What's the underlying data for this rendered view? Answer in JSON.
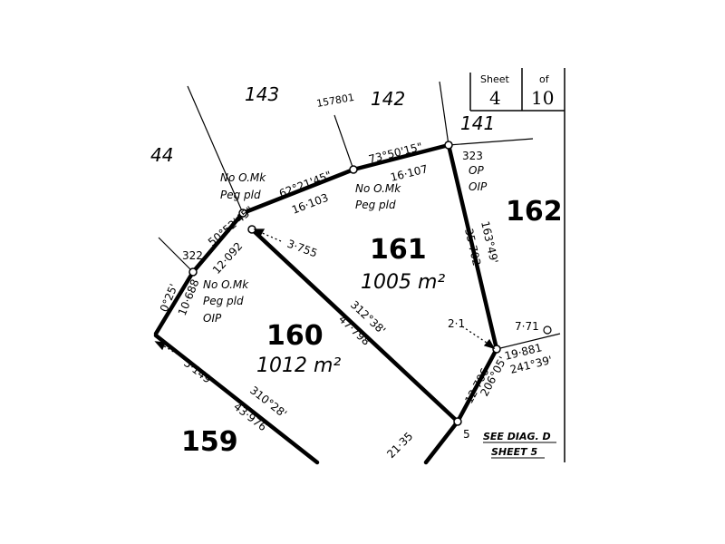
{
  "sheet": {
    "label": "Sheet",
    "number": "4",
    "of_label": "of",
    "total": "10"
  },
  "lots": {
    "l143": "143",
    "l142": "142",
    "l141": "141",
    "l144": "44",
    "l162": "162",
    "l161": "161",
    "l160": "160",
    "l159": "159",
    "a161": "1005 m²",
    "a160": "1012 m²"
  },
  "plan_ref": "157801",
  "bearings": {
    "b1": "73°50'15\"",
    "d1": "16·107",
    "b2": "62°21'45\"",
    "d2": "16·103",
    "b3": "50°52'45\"",
    "d3": "12·092",
    "b4": "163°49'",
    "d4": "35·702",
    "b5": "312°38'",
    "d5": "47·798",
    "b6": "310°28'",
    "d6": "43·976",
    "b7": "206°05'",
    "d7": "12·706",
    "b8": "241°39'",
    "d8": "19·881",
    "d9": "21·35",
    "b10": "0°25'",
    "d10": "10·688"
  },
  "offsets": {
    "o1": "3·755",
    "o2": "2·1",
    "o3": "5·149",
    "o4": "7·71"
  },
  "stations": {
    "s322": "322",
    "s323": "323",
    "s5": "5"
  },
  "marks": {
    "m1_line1": "No O.Mk",
    "m1_line2": "Peg pld",
    "m2_line1": "No O.Mk",
    "m2_line2": "Peg pld",
    "m3_line1": "No O.Mk",
    "m3_line2": "Peg pld",
    "m3_line3": "OIP",
    "m4_line1": "OP",
    "m4_line2": "OIP"
  },
  "see_diag": {
    "line1": "SEE DIAG. D",
    "line2": "SHEET 5"
  }
}
